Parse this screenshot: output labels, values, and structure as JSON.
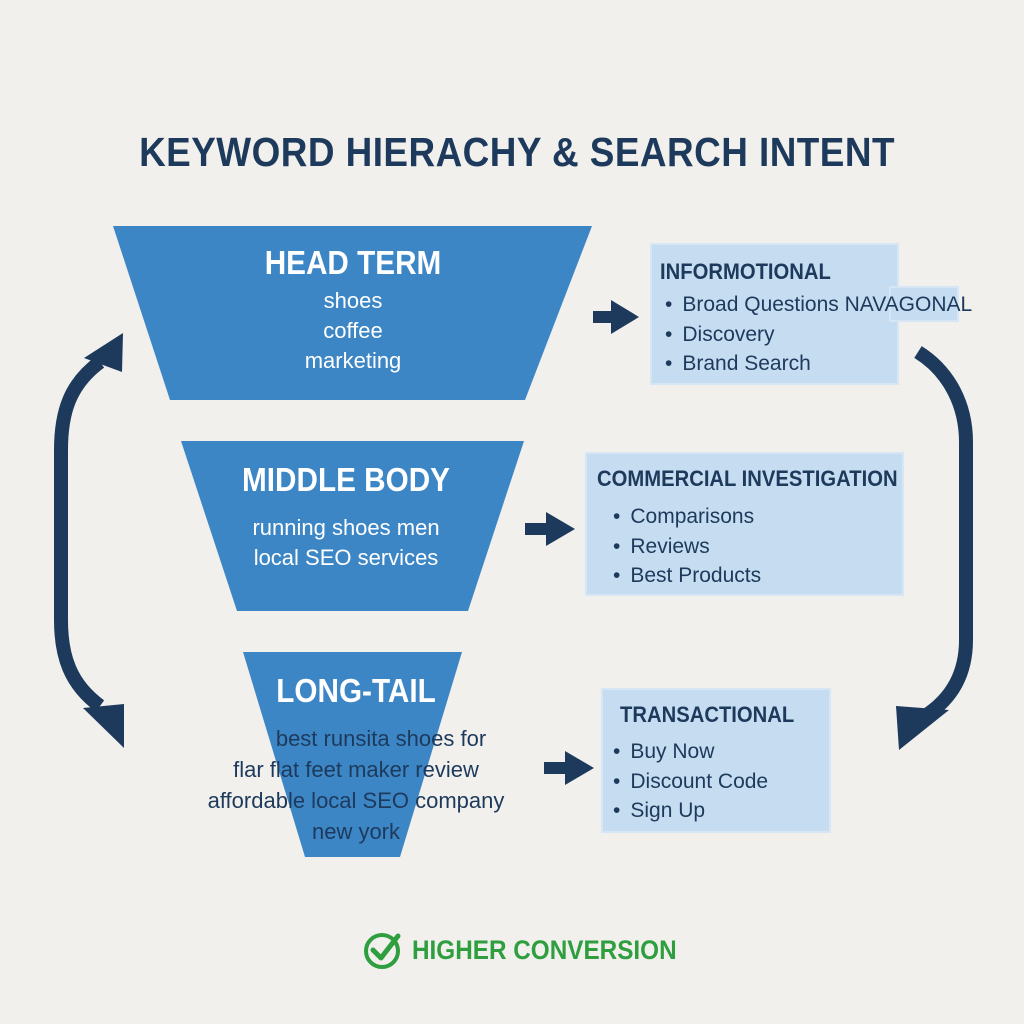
{
  "title": "KEYWORD HIERACHY & SEARCH INTENT",
  "colors": {
    "navy": "#1d3a5c",
    "funnel_blue": "#3d86c6",
    "box_fill": "#c6dcf0",
    "box_border": "#d6e6f4",
    "success_green": "#2f9e3e",
    "background": "#f1f0ed"
  },
  "funnel": [
    {
      "heading": "HEAD TERM",
      "keywords": [
        "shoes",
        "coffee",
        "marketing"
      ]
    },
    {
      "heading": "MIDDLE BODY",
      "keywords": [
        "running shoes men",
        "local SEO services"
      ]
    },
    {
      "heading": "LONG-TAIL",
      "keywords": [
        "best runsita shoes for",
        "flar flat feet maker review",
        "affordable local SEO company",
        "new york"
      ]
    }
  ],
  "intents": [
    {
      "title": "INFORMOTIONAL",
      "items": [
        "Broad Questions NAVAGONAL",
        "Discovery",
        "Brand Search"
      ]
    },
    {
      "title": "COMMERCIAL INVESTIGATION",
      "items": [
        "Comparisons",
        "Reviews",
        "Best Products"
      ]
    },
    {
      "title": "TRANSACTIONAL",
      "items": [
        "Buy Now",
        "Discount Code",
        "Sign Up"
      ]
    }
  ],
  "footer": {
    "label": "HIGHER CONVERSION",
    "icon": "check-circle-icon"
  }
}
